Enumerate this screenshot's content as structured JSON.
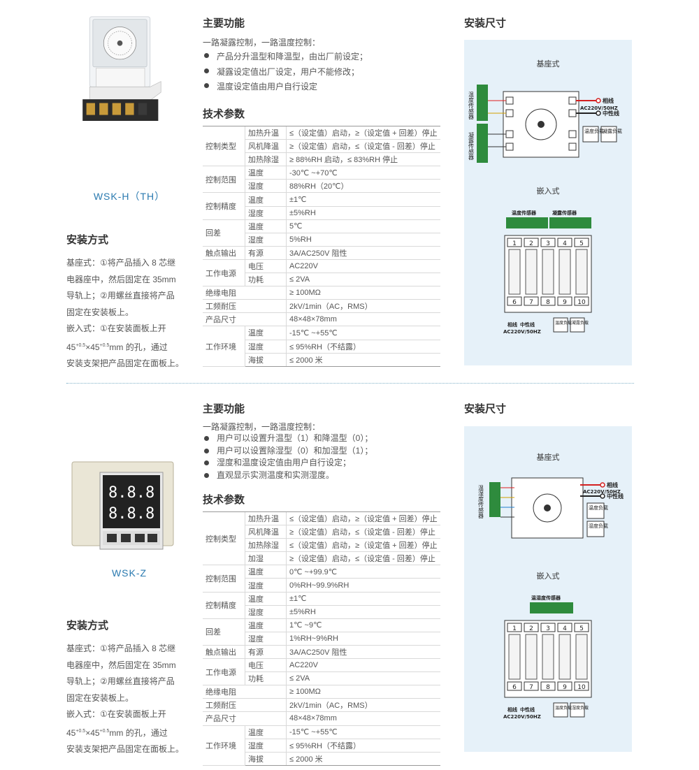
{
  "products": [
    {
      "model": "WSK-H（TH）",
      "install_title": "安装方式",
      "install_lines": [
        "基座式：①将产品插入 8 芯继",
        "电器座中，然后固定在 35mm",
        "导轨上；②用螺丝直接将产品",
        "固定在安装板上。",
        "嵌入式：①在安装面板上开"
      ],
      "install_line6_a": "45",
      "install_sup": "+0.5",
      "install_line6_b": "×45",
      "install_line6_c": "mm 的孔，通过",
      "install_line7": "安装支架把产品固定在面板上。",
      "func_title": "主要功能",
      "func_intro": "一路凝露控制，一路温度控制：",
      "func_bullets": [
        "产品分升温型和降温型，由出厂前设定；",
        "凝露设定值出厂设定，用户不能修改；",
        "温度设定值由用户自行设定"
      ],
      "spec_title": "技术参数",
      "size_title": "安装尺寸",
      "diagram": {
        "base_label": "基座式",
        "embed_label": "嵌入式",
        "sensor_temp": "温度传感器",
        "sensor_dew": "凝露传感器",
        "live": "相线",
        "neutral": "中性线",
        "power": "AC220V/50HZ",
        "load_temp": "温度负载",
        "load_dew": "凝露负载",
        "terminals": [
          "1",
          "2",
          "3",
          "4",
          "5",
          "6",
          "7",
          "8",
          "9",
          "10"
        ]
      }
    },
    {
      "model": "WSK-Z",
      "install_title": "安装方式",
      "install_lines": [
        "基座式：①将产品插入 8 芯继",
        "电器座中，然后固定在 35mm",
        "导轨上；②用螺丝直接将产品",
        "固定在安装板上。",
        "嵌入式：①在安装面板上开"
      ],
      "install_line6_a": "45",
      "install_sup": "+0.5",
      "install_line6_b": "×45",
      "install_line6_c": "mm 的孔，通过",
      "install_line7": "安装支架把产品固定在面板上。",
      "func_title": "主要功能",
      "func_intro": "一路凝露控制，一路温度控制：",
      "func_bullets": [
        "用户可以设置升温型（1）和降温型（0）；",
        "用户可以设置除湿型（0）和加湿型（1）；",
        "湿度和温度设定值由用户自行设定；",
        "直观显示实测温度和实测湿度。"
      ],
      "spec_title": "技术参数",
      "size_title": "安装尺寸",
      "diagram": {
        "base_label": "基座式",
        "embed_label": "嵌入式",
        "sensor_hum": "温湿度传感器",
        "live": "相线",
        "neutral": "中性线",
        "power": "AC220V/50HZ",
        "load_temp": "温度负载",
        "load_hum": "湿度负载",
        "terminals": [
          "1",
          "2",
          "3",
          "4",
          "5",
          "6",
          "7",
          "8",
          "9",
          "10"
        ]
      }
    }
  ],
  "spec1": [
    [
      "控制类型",
      "加热升温",
      "≤（设定值）启动，≥（设定值 + 回差）停止"
    ],
    [
      "",
      "风机降温",
      "≥（设定值）启动，≤（设定值 - 回差）停止"
    ],
    [
      "",
      "加热除湿",
      "≥ 88%RH 启动，≤ 83%RH 停止"
    ],
    [
      "控制范围",
      "温度",
      "-30℃ ~+70℃"
    ],
    [
      "",
      "湿度",
      "88%RH（20℃）"
    ],
    [
      "控制精度",
      "温度",
      "±1℃"
    ],
    [
      "",
      "湿度",
      "±5%RH"
    ],
    [
      "回差",
      "温度",
      "5℃"
    ],
    [
      "",
      "湿度",
      "5%RH"
    ],
    [
      "触点输出",
      "有源",
      "3A/AC250V 阻性"
    ],
    [
      "工作电源",
      "电压",
      "AC220V"
    ],
    [
      "",
      "功耗",
      "≤ 2VA"
    ],
    [
      "绝缘电阻",
      "",
      "≥ 100MΩ"
    ],
    [
      "工频耐压",
      "",
      "2kV/1min（AC，RMS）"
    ],
    [
      "产品尺寸",
      "",
      "48×48×78mm"
    ],
    [
      "工作环境",
      "温度",
      "-15℃ ~+55℃"
    ],
    [
      "",
      "湿度",
      "≤ 95%RH（不结露）"
    ],
    [
      "",
      "海拔",
      "≤ 2000 米"
    ]
  ],
  "spec2": [
    [
      "控制类型",
      "加热升温",
      "≤（设定值）启动，≥（设定值 + 回差）停止"
    ],
    [
      "",
      "风机降温",
      "≥（设定值）启动，≤（设定值 - 回差）停止"
    ],
    [
      "",
      "加热除湿",
      "≤（设定值）启动，≥（设定值 + 回差）停止"
    ],
    [
      "",
      "加湿",
      "≥（设定值）启动，≤（设定值 - 回差）停止"
    ],
    [
      "控制范围",
      "温度",
      "0℃ ~+99.9℃"
    ],
    [
      "",
      "湿度",
      "0%RH~99.9%RH"
    ],
    [
      "控制精度",
      "温度",
      "±1℃"
    ],
    [
      "",
      "湿度",
      "±5%RH"
    ],
    [
      "回差",
      "温度",
      "1℃ ~9℃"
    ],
    [
      "",
      "湿度",
      "1%RH~9%RH"
    ],
    [
      "触点输出",
      "有源",
      "3A/AC250V 阻性"
    ],
    [
      "工作电源",
      "电压",
      "AC220V"
    ],
    [
      "",
      "功耗",
      "≤ 2VA"
    ],
    [
      "绝缘电阻",
      "",
      "≥ 100MΩ"
    ],
    [
      "工频耐压",
      "",
      "2kV/1min（AC，RMS）"
    ],
    [
      "产品尺寸",
      "",
      "48×48×78mm"
    ],
    [
      "工作环境",
      "温度",
      "-15℃ ~+55℃"
    ],
    [
      "",
      "湿度",
      "≤ 95%RH（不结露）"
    ],
    [
      "",
      "海拔",
      "≤ 2000 米"
    ]
  ],
  "colors": {
    "accent": "#2a7ab0",
    "diagram_bg": "#e6f1f9",
    "terminal_green": "#2e8b3d",
    "wire_red": "#d42020"
  }
}
